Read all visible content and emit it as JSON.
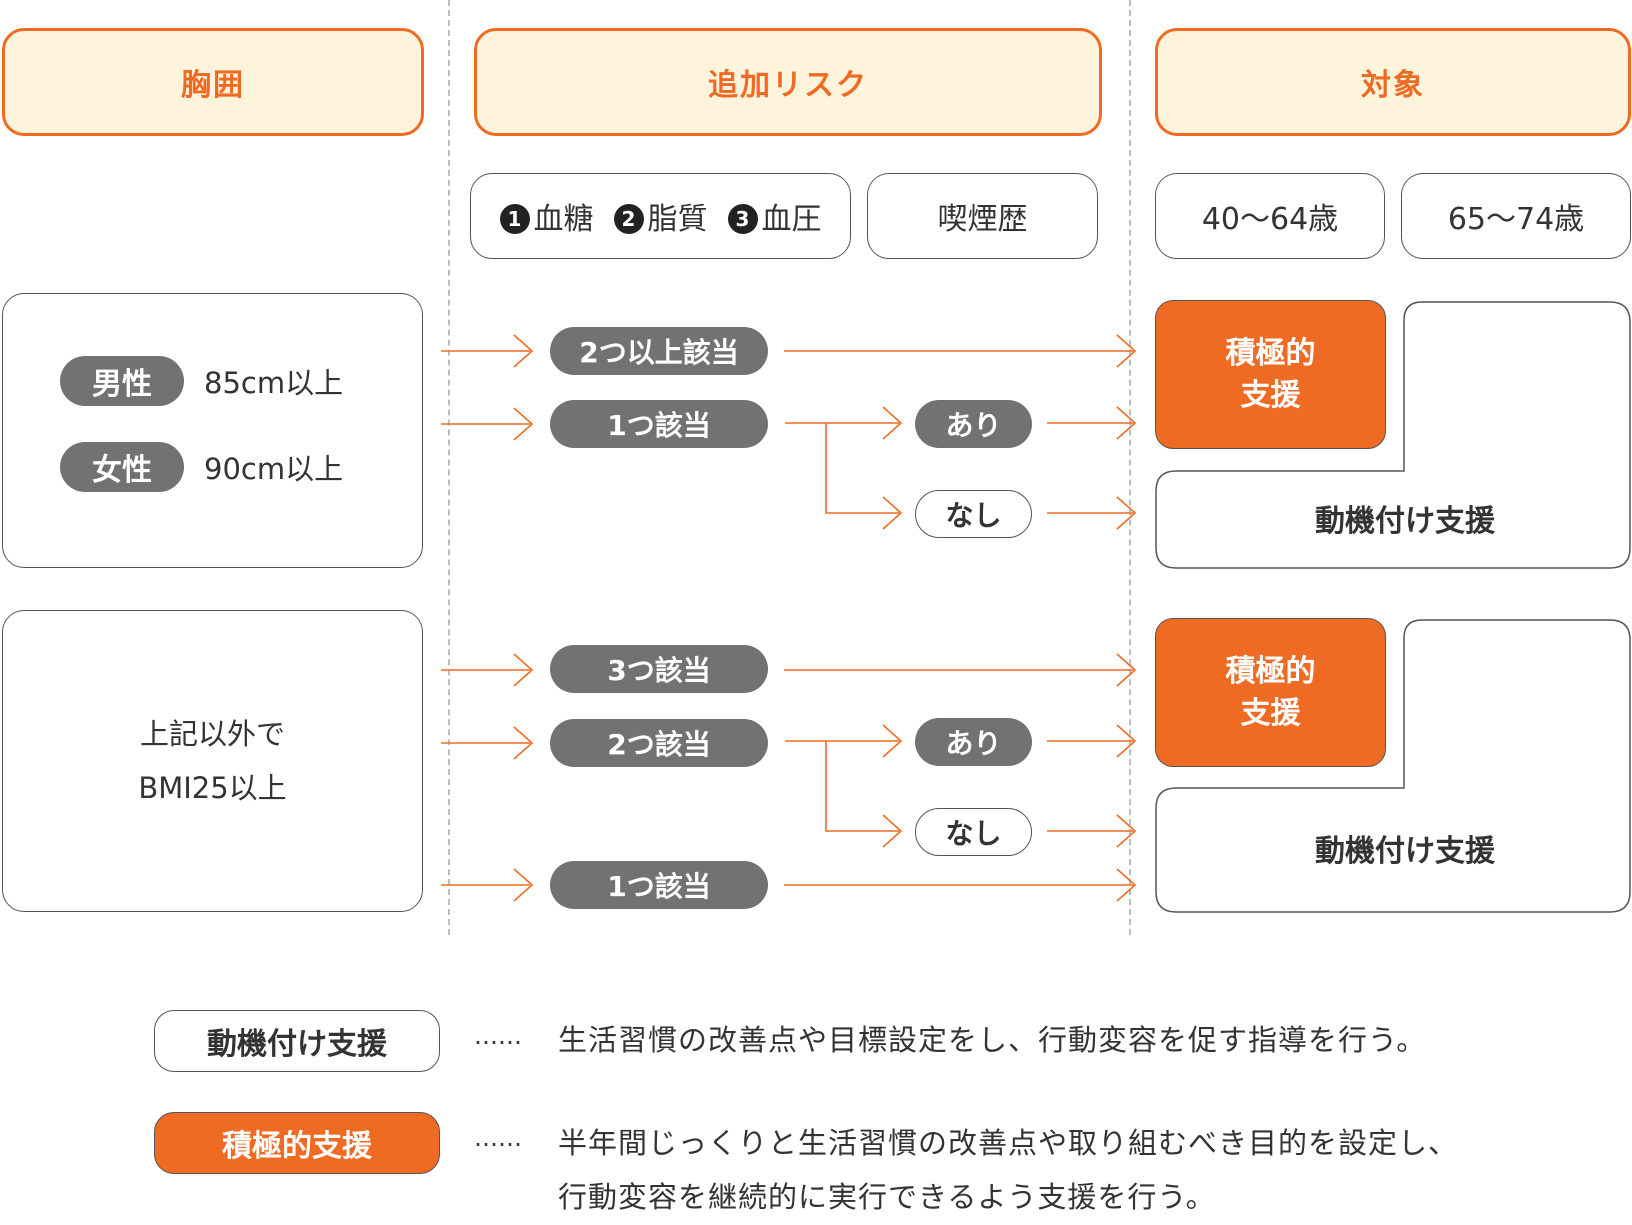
{
  "headers": {
    "waist": "胸囲",
    "risk": "追加リスク",
    "target": "対象"
  },
  "risk_items": {
    "n1": "1",
    "blood_sugar": "血糖",
    "n2": "2",
    "lipid": "脂質",
    "n3": "3",
    "blood_pressure": "血圧",
    "smoking": "喫煙歴"
  },
  "age_groups": {
    "young": "40〜64歳",
    "old": "65〜74歳"
  },
  "waist_criteria": {
    "male_label": "男性",
    "male_value": "85cm以上",
    "female_label": "女性",
    "female_value": "90cm以上"
  },
  "other_criteria": {
    "line1": "上記以外で",
    "line2": "BMI25以上"
  },
  "group1": {
    "two_or_more": "2つ以上該当",
    "one": "1つ該当",
    "yes": "あり",
    "no": "なし"
  },
  "group2": {
    "three": "3つ該当",
    "two": "2つ該当",
    "yes": "あり",
    "no": "なし",
    "one": "1つ該当"
  },
  "targets": {
    "active_line1": "積極的",
    "active_line2": "支援",
    "motivational": "動機付け支援"
  },
  "legend": {
    "motivational_label": "動機付け支援",
    "dots": "……",
    "motivational_desc": "生活習慣の改善点や目標設定をし、行動変容を促す指導を行う。",
    "active_label": "積極的支援",
    "active_desc_line1": "半年間じっくりと生活習慣の改善点や取り組むべき目的を設定し、",
    "active_desc_line2": "行動変容を継続的に実行できるよう支援を行う。"
  },
  "colors": {
    "accent": "#ef6b24",
    "header_bg": "#fef4dc",
    "pill_gray": "#727272"
  }
}
